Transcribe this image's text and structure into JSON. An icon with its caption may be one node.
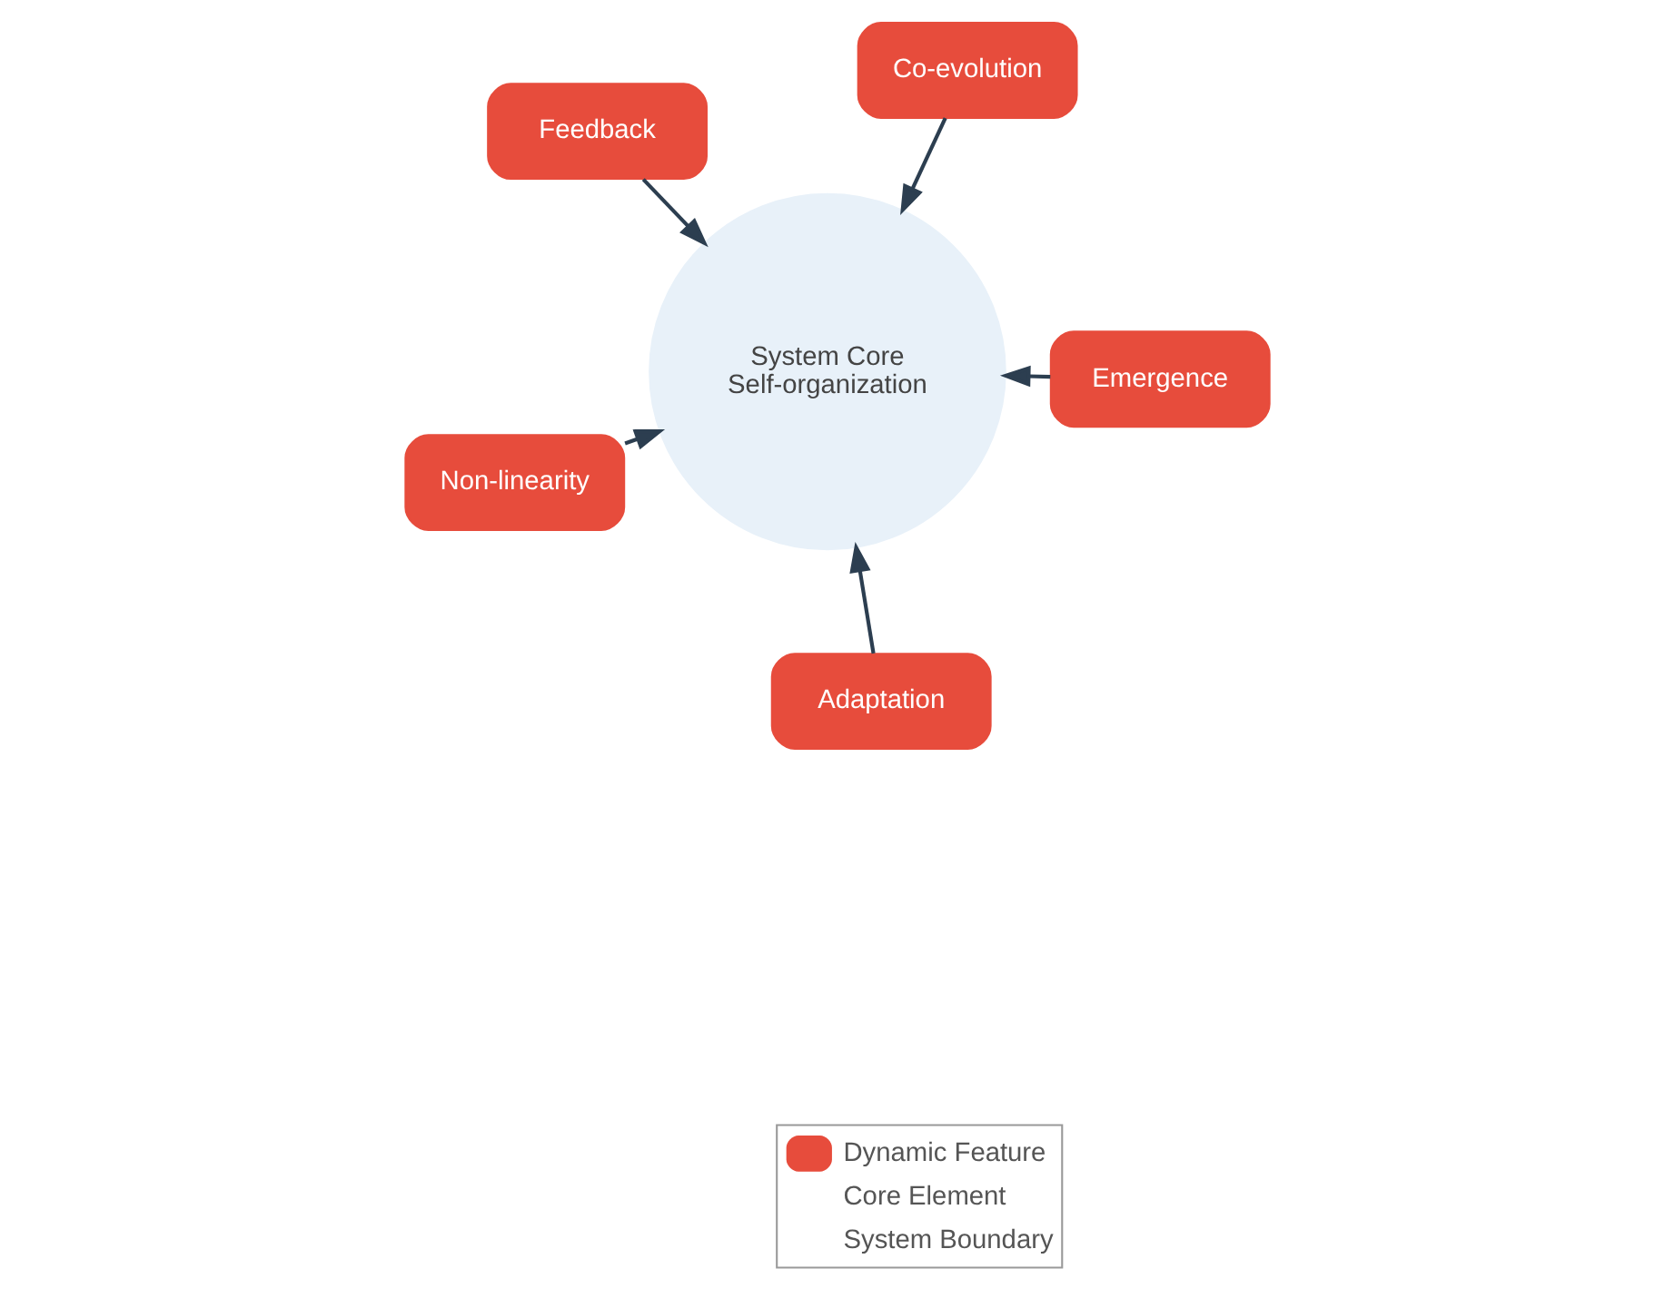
{
  "diagram": {
    "nodes": [
      {
        "text": [
          "System Core",
          "Self-organization"
        ]
      },
      {
        "text": [
          "Emergence"
        ]
      },
      {
        "text": [
          "Non-linearity"
        ]
      },
      {
        "text": [
          "Feedback"
        ]
      },
      {
        "text": [
          "Adaptation"
        ]
      },
      {
        "text": [
          "Co-evolution"
        ]
      }
    ],
    "edges": [
      {
        "from": 1,
        "to": 0,
        "arrow": "to"
      },
      {
        "from": 2,
        "to": 0,
        "arrow": "to"
      },
      {
        "from": 3,
        "to": 0,
        "arrow": "to"
      },
      {
        "from": 4,
        "to": 0,
        "arrow": "to"
      },
      {
        "from": 5,
        "to": 0,
        "arrow": "to"
      }
    ],
    "legend": [
      {
        "text": "Dynamic Feature",
        "color": "#e74c3c"
      },
      {
        "text": "Core Element"
      },
      {
        "text": "System Boundary"
      }
    ]
  }
}
